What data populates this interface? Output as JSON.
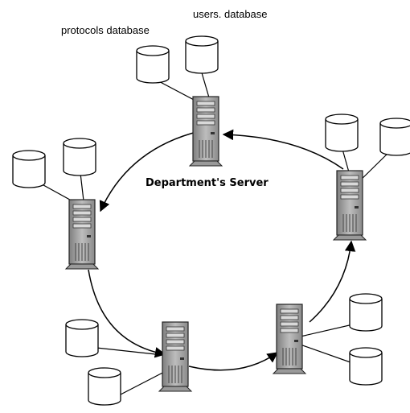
{
  "labels": {
    "users_db": "users. database",
    "protocols_db": "protocols database",
    "server_title": "Department's Server"
  },
  "servers": [
    {
      "id": "top"
    },
    {
      "id": "left"
    },
    {
      "id": "right"
    },
    {
      "id": "bottom-center"
    },
    {
      "id": "bottom-right"
    }
  ],
  "databases_per_server": [
    2,
    2,
    2,
    2,
    2
  ],
  "arrow_direction": "counter-clockwise ring"
}
